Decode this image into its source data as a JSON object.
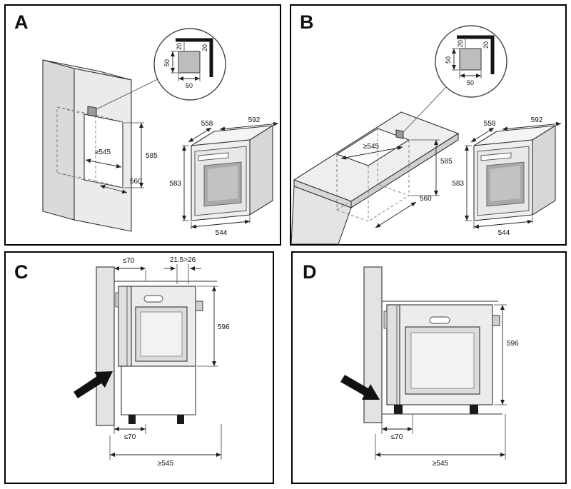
{
  "panels": {
    "a": {
      "label": "A",
      "niche_width": "≥545",
      "niche_height": "585",
      "niche_depth": "560"
    },
    "b": {
      "label": "B",
      "niche_width": "≥545",
      "niche_height": "585",
      "niche_depth": "560"
    },
    "c": {
      "label": "C",
      "front_gap": "≤70",
      "top_gap": "21.5>26",
      "oven_height": "596",
      "plinth_gap": "≤70",
      "niche_depth": "≥545"
    },
    "d": {
      "label": "D",
      "oven_height": "596",
      "plinth_gap": "≤70",
      "niche_depth": "≥545"
    }
  },
  "oven": {
    "depth": "558",
    "width": "592",
    "height": "583",
    "front_width": "544"
  },
  "corner_detail": {
    "gap_vertical": "20",
    "gap_horizontal": "20",
    "block_height": "50",
    "block_width": "50"
  }
}
